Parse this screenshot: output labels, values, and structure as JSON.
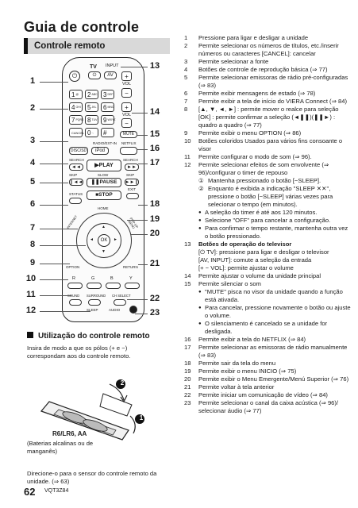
{
  "page_title": "Guia de controle",
  "section_title": "Controle remoto",
  "remote": {
    "tv_label": "TV",
    "input_label": "INPUT",
    "av_label": "AV",
    "vol_label": "VOL",
    "power_symbol": "⏻",
    "small_power_symbol": "⏻",
    "plus": "+",
    "minus": "−",
    "numbers": [
      {
        "n": "1",
        "l": "@"
      },
      {
        "n": "2",
        "l": "ABC"
      },
      {
        "n": "3",
        "l": "DEF"
      },
      {
        "n": "4",
        "l": "GHI"
      },
      {
        "n": "5",
        "l": "JKL"
      },
      {
        "n": "6",
        "l": "MNO"
      },
      {
        "n": "7",
        "l": "PQRS"
      },
      {
        "n": "8",
        "l": "TUV"
      },
      {
        "n": "9",
        "l": "WXYZ"
      },
      {
        "n": "CANCEL",
        "l": ""
      },
      {
        "n": "0",
        "l": "-,"
      },
      {
        "n": "#",
        "l": ""
      }
    ],
    "mute": "MUTE",
    "radio_ext_in": "RADIO/EXT-IN",
    "netflix": "NETFLIX",
    "disc_sd": "DISC/SD",
    "ipod": "iPod",
    "search_left": "SEARCH",
    "search_right": "SEARCH",
    "play": "▶PLAY",
    "skip_left": "SKIP",
    "slow": "SLOW",
    "skip_right": "SKIP",
    "pause": "❚❚PAUSE",
    "status": "STATUS",
    "stop": "■STOP",
    "exit": "EXIT",
    "home": "HOME",
    "internet": "INTERNET",
    "pop_up_menu": "POP-UP MENU",
    "ok": "OK",
    "option": "OPTION",
    "return": "RETURN",
    "color_keys": [
      "R",
      "G",
      "B",
      "Y"
    ],
    "sound": "SOUND",
    "surround": "SURROUND",
    "ch_select": "CH SELECT",
    "sleep": "SLEEP",
    "audio": "AUDIO"
  },
  "callouts_left": [
    "1",
    "2",
    "3",
    "4",
    "5",
    "6",
    "7",
    "8",
    "9",
    "10",
    "11",
    "12"
  ],
  "callouts_right": [
    "13",
    "14",
    "15",
    "16",
    "17",
    "18",
    "19",
    "20",
    "21",
    "22",
    "23"
  ],
  "battery_section": {
    "heading": "Utilização do controle remoto",
    "intro": "Insira de modo a que os pólos (+ e −) correspondam aos do controle remoto.",
    "step1": "1",
    "step2": "2",
    "battery_type": "R6/LR6, AA",
    "battery_note": "(Baterias alcalinas ou de manganês)",
    "sensor_note": "Direcione-o para o sensor do controle remoto da unidade. (⇒ 63)"
  },
  "footer": {
    "page_number": "62",
    "code": "VQT3Z84"
  },
  "list": [
    {
      "n": "1",
      "t": "Pressione para ligar e desligar a unidade"
    },
    {
      "n": "2",
      "t": "Permite selecionar os números de títulos, etc./inserir números ou caracteres [CANCEL]: cancelar"
    },
    {
      "n": "3",
      "t": "Permite selecionar a fonte"
    },
    {
      "n": "4",
      "t": "Botões de controle de reprodução básica (⇒ 77)"
    },
    {
      "n": "5",
      "t": "Permite selecionar emissoras de rádio pré-configuradas (⇒ 83)"
    },
    {
      "n": "6",
      "t": "Permite exibir mensagens de estado (⇒ 78)"
    },
    {
      "n": "7",
      "t": "Permite exibir a tela de início do VIERA Connect (⇒ 84)"
    },
    {
      "n": "8",
      "t": "[▲, ▼, ◄, ►] : permite mover o realce para seleção [OK] : permite confirmar a seleção (◄❚❚)(❚❚►) : quadro a quadro (⇒ 77)"
    },
    {
      "n": "9",
      "t": "Permite exibir o menu OPTION (⇒ 86)"
    },
    {
      "n": "10",
      "t": "Botões coloridos Usados para vários fins consoante o visor"
    },
    {
      "n": "11",
      "t": "Permite configurar o modo de som (⇒ 96)."
    },
    {
      "n": "12",
      "t": "Permite selecionar efeitos de som envolvente (⇒ 96)/configurar o timer de repouso"
    }
  ],
  "list_12_steps": [
    {
      "n": "①",
      "t": "Mantenha pressionado o botão [−SLEEP]."
    },
    {
      "n": "②",
      "t": "Enquanto é exibida a indicação \"SLEEP ✕✕\", pressione o botão [−SLEEP] várias vezes para selecionar o tempo (em minutos)."
    }
  ],
  "list_12_bullets": [
    "A seleção do timer é até aos 120 minutos.",
    "Selecione \"OFF\" para cancelar a configuração.",
    "Para confirmar o tempo restante, mantenha outra vez o botão pressionado."
  ],
  "list_13": {
    "n": "13",
    "t": "Botões de operação do televisor",
    "d1": "[⏻ TV]: pressione para ligar e desligar o televisor",
    "d2": "[AV, INPUT]: comute a seleção da entrada",
    "d3": "[+ − VOL]: permite ajustar o volume"
  },
  "list_14": {
    "n": "14",
    "t": "Permite ajustar o volume da unidade principal"
  },
  "list_15": {
    "n": "15",
    "t": "Permite silenciar o som"
  },
  "list_15_bullets": [
    "\"MUTE\" pisca no visor da unidade quando a função está ativada.",
    "Para cancelar, pressione novamente o botão ou ajuste o volume.",
    "O silenciamento é cancelado se a unidade for desligada."
  ],
  "list_tail": [
    {
      "n": "16",
      "t": "Permite exibir a tela do NETFLIX (⇒ 84)"
    },
    {
      "n": "17",
      "t": "Permite selecionar as emissoras de rádio manualmente (⇒ 83)"
    },
    {
      "n": "18",
      "t": "Permite sair da tela do menu"
    },
    {
      "n": "19",
      "t": "Permite exibir o menu INICIO (⇒ 75)"
    },
    {
      "n": "20",
      "t": "Permite exibir o Menu Emergente/Menú Superior (⇒ 76)"
    },
    {
      "n": "21",
      "t": "Permite voltar à tela anterior"
    },
    {
      "n": "22",
      "t": "Permite iniciar um comunicação de vídeo (⇒ 84)"
    },
    {
      "n": "23",
      "t": "Permite selecionar o canal da caixa acústica (⇒ 96)/ selecionar áudio (⇒ 77)"
    }
  ]
}
